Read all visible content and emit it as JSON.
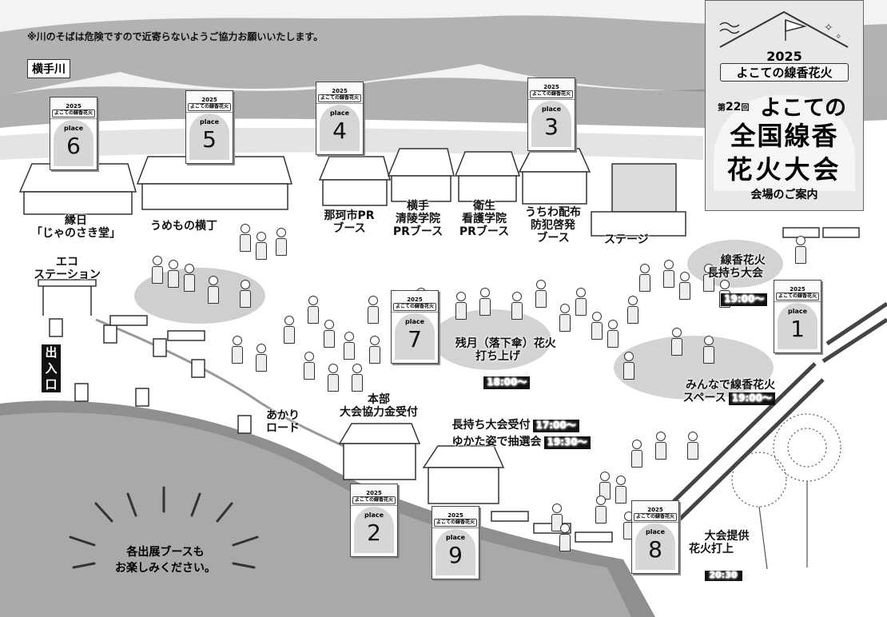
{
  "notice": "※川のそばは危険ですので近寄らないようご協力お願いいたします。",
  "river_name": "横手川",
  "exit_label": "出入口",
  "logo": {
    "year": "2025",
    "festival_name": "よこての線香花火",
    "edition_prefix": "第",
    "edition_number": "22",
    "edition_suffix": "回",
    "title_line1": "よこての",
    "title_line2": "全国線香",
    "title_line3": "花火大会",
    "subtitle": "会場のご案内"
  },
  "place_card": {
    "year": "2025",
    "title": "よこての線香花火",
    "word": "place"
  },
  "places": [
    "6",
    "5",
    "4",
    "3",
    "7",
    "1",
    "2",
    "9",
    "8"
  ],
  "labels": {
    "ennichi": "縁日\n「じゃのさき堂」",
    "umemono": "うめもの横丁",
    "naka_pr": "那珂市PR\nブース",
    "seiryo": "横手\n清陵学院\nPRブース",
    "eisei": "衛生\n看護学院\nPRブース",
    "uchiwa": "うちわ配布\n防犯啓発\nブース",
    "stage": "ステージ",
    "eco": "エコ\nステーション",
    "nagamochi": "線香花火\n長持ち大会",
    "zangetsu": "残月（落下傘）花火\n打ち上げ",
    "minna": "みんなで線香花火\nスペース",
    "akari": "あかり\nロード",
    "honbu": "本部\n大会協力金受付",
    "uketsuke": "長持ち大会受付",
    "yukata": "ゆかた姿で抽選会",
    "teikyo": "大会提供\n花火打上"
  },
  "times": {
    "nagamochi": "19:00〜",
    "zangetsu": "18:00〜",
    "minna": "19:00〜",
    "uketsuke": "17:00〜",
    "yukata": "19:30〜",
    "teikyo": "20:30"
  },
  "message": "各出展ブースも\nお楽しみください。"
}
